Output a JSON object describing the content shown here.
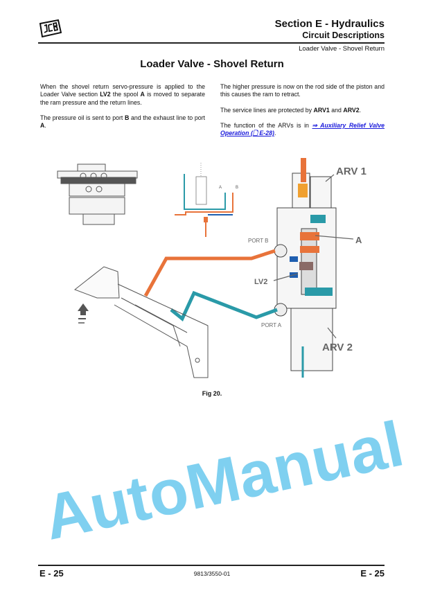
{
  "header": {
    "logo_text": "JCB",
    "section_title": "Section E - Hydraulics",
    "section_subtitle": "Circuit Descriptions",
    "breadcrumb": "Loader Valve - Shovel Return"
  },
  "page_title": "Loader Valve - Shovel Return",
  "body": {
    "left": {
      "p1_a": "When the shovel return servo-pressure is applied to the Loader Valve section ",
      "p1_b": "LV2",
      "p1_c": " the spool ",
      "p1_d": "A",
      "p1_e": " is moved to separate the ram pressure and the return lines.",
      "p2_a": "The pressure oil is sent to port ",
      "p2_b": "B",
      "p2_c": " and the exhaust line to port ",
      "p2_d": "A",
      "p2_e": "."
    },
    "right": {
      "p1": "The higher pressure is now on the rod side of the piston and this causes the ram to retract.",
      "p2_a": "The service lines are protected by ",
      "p2_b": "ARV1",
      "p2_c": " and ",
      "p2_d": "ARV2",
      "p2_e": ".",
      "p3_a": "The function of the ARVs is in ",
      "p3_link": "⇒ Auxiliary Relief Valve Operation (🗋 E-28)",
      "p3_b": "."
    }
  },
  "figure": {
    "labels": {
      "arv1": "ARV 1",
      "arv2": "ARV 2",
      "port_b": "PORT B",
      "port_a": "PORT A",
      "spool_a": "A",
      "lv2": "LV2",
      "schem_a": "A",
      "schem_b": "B"
    },
    "colors": {
      "pressure": "#e8733a",
      "return": "#2a9aa8",
      "exhaust_blue": "#1f5fb0"
    },
    "caption": "Fig 20."
  },
  "watermark": "AutoManual",
  "footer": {
    "page_left": "E - 25",
    "doc_number": "9813/3550-01",
    "page_right": "E - 25"
  }
}
